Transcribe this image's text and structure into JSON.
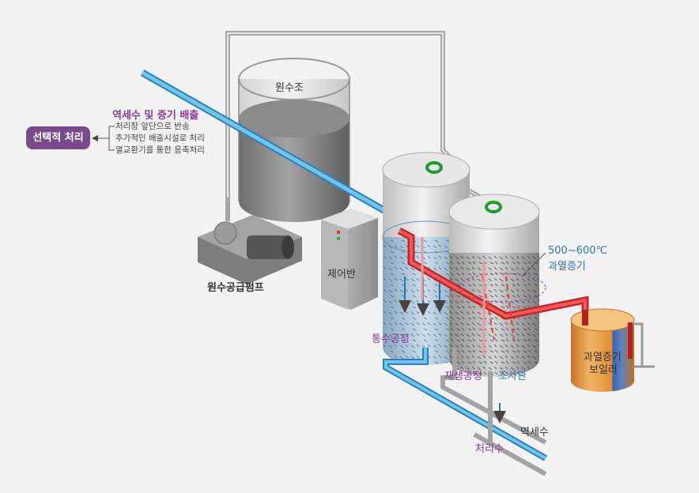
{
  "labels": {
    "raw_water_tank": "원수조",
    "control_panel": "제어반",
    "supply_pump": "원수공급펌프",
    "water_process": "통수공정",
    "regeneration_process": "재생공정",
    "injection_pipe": "조사관",
    "superheated_steam_temp": "500~600℃",
    "superheated_steam": "과열증기",
    "boiler_line1": "과열증기",
    "boiler_line2": "보일러",
    "backwash": "역세수",
    "treated_water": "처리수"
  },
  "discharge": {
    "title": "역세수 및 증기 배출",
    "lines": [
      "처리장 앞단으로 반송",
      "추가적인 배출시설로 처리",
      "열교환기를 통한 응축처리"
    ],
    "option": "선택적 처리"
  },
  "colors": {
    "accent_purple": "#8b3a9b",
    "option_box": "#7b4a8e",
    "water_blue": "#4fb3e0",
    "steam_red": "#e83b3b",
    "boiler_orange": "#e89a3c"
  }
}
